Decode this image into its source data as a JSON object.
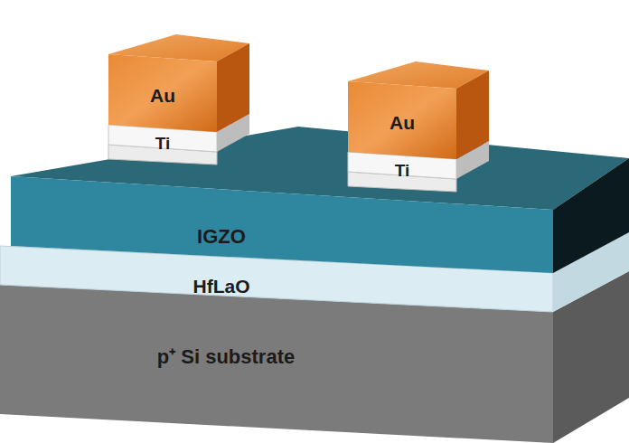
{
  "diagram": {
    "nodes": [
      {
        "text": [
          "Au"
        ]
      },
      {
        "text": [
          "Ti"
        ]
      },
      {
        "text": [
          "Au"
        ]
      },
      {
        "text": [
          "Ti"
        ]
      },
      {
        "text": [
          "IGZO"
        ]
      },
      {
        "text": [
          "HfLaO"
        ]
      },
      {
        "text": [
          "p⁺ Si substrate"
        ]
      }
    ]
  }
}
